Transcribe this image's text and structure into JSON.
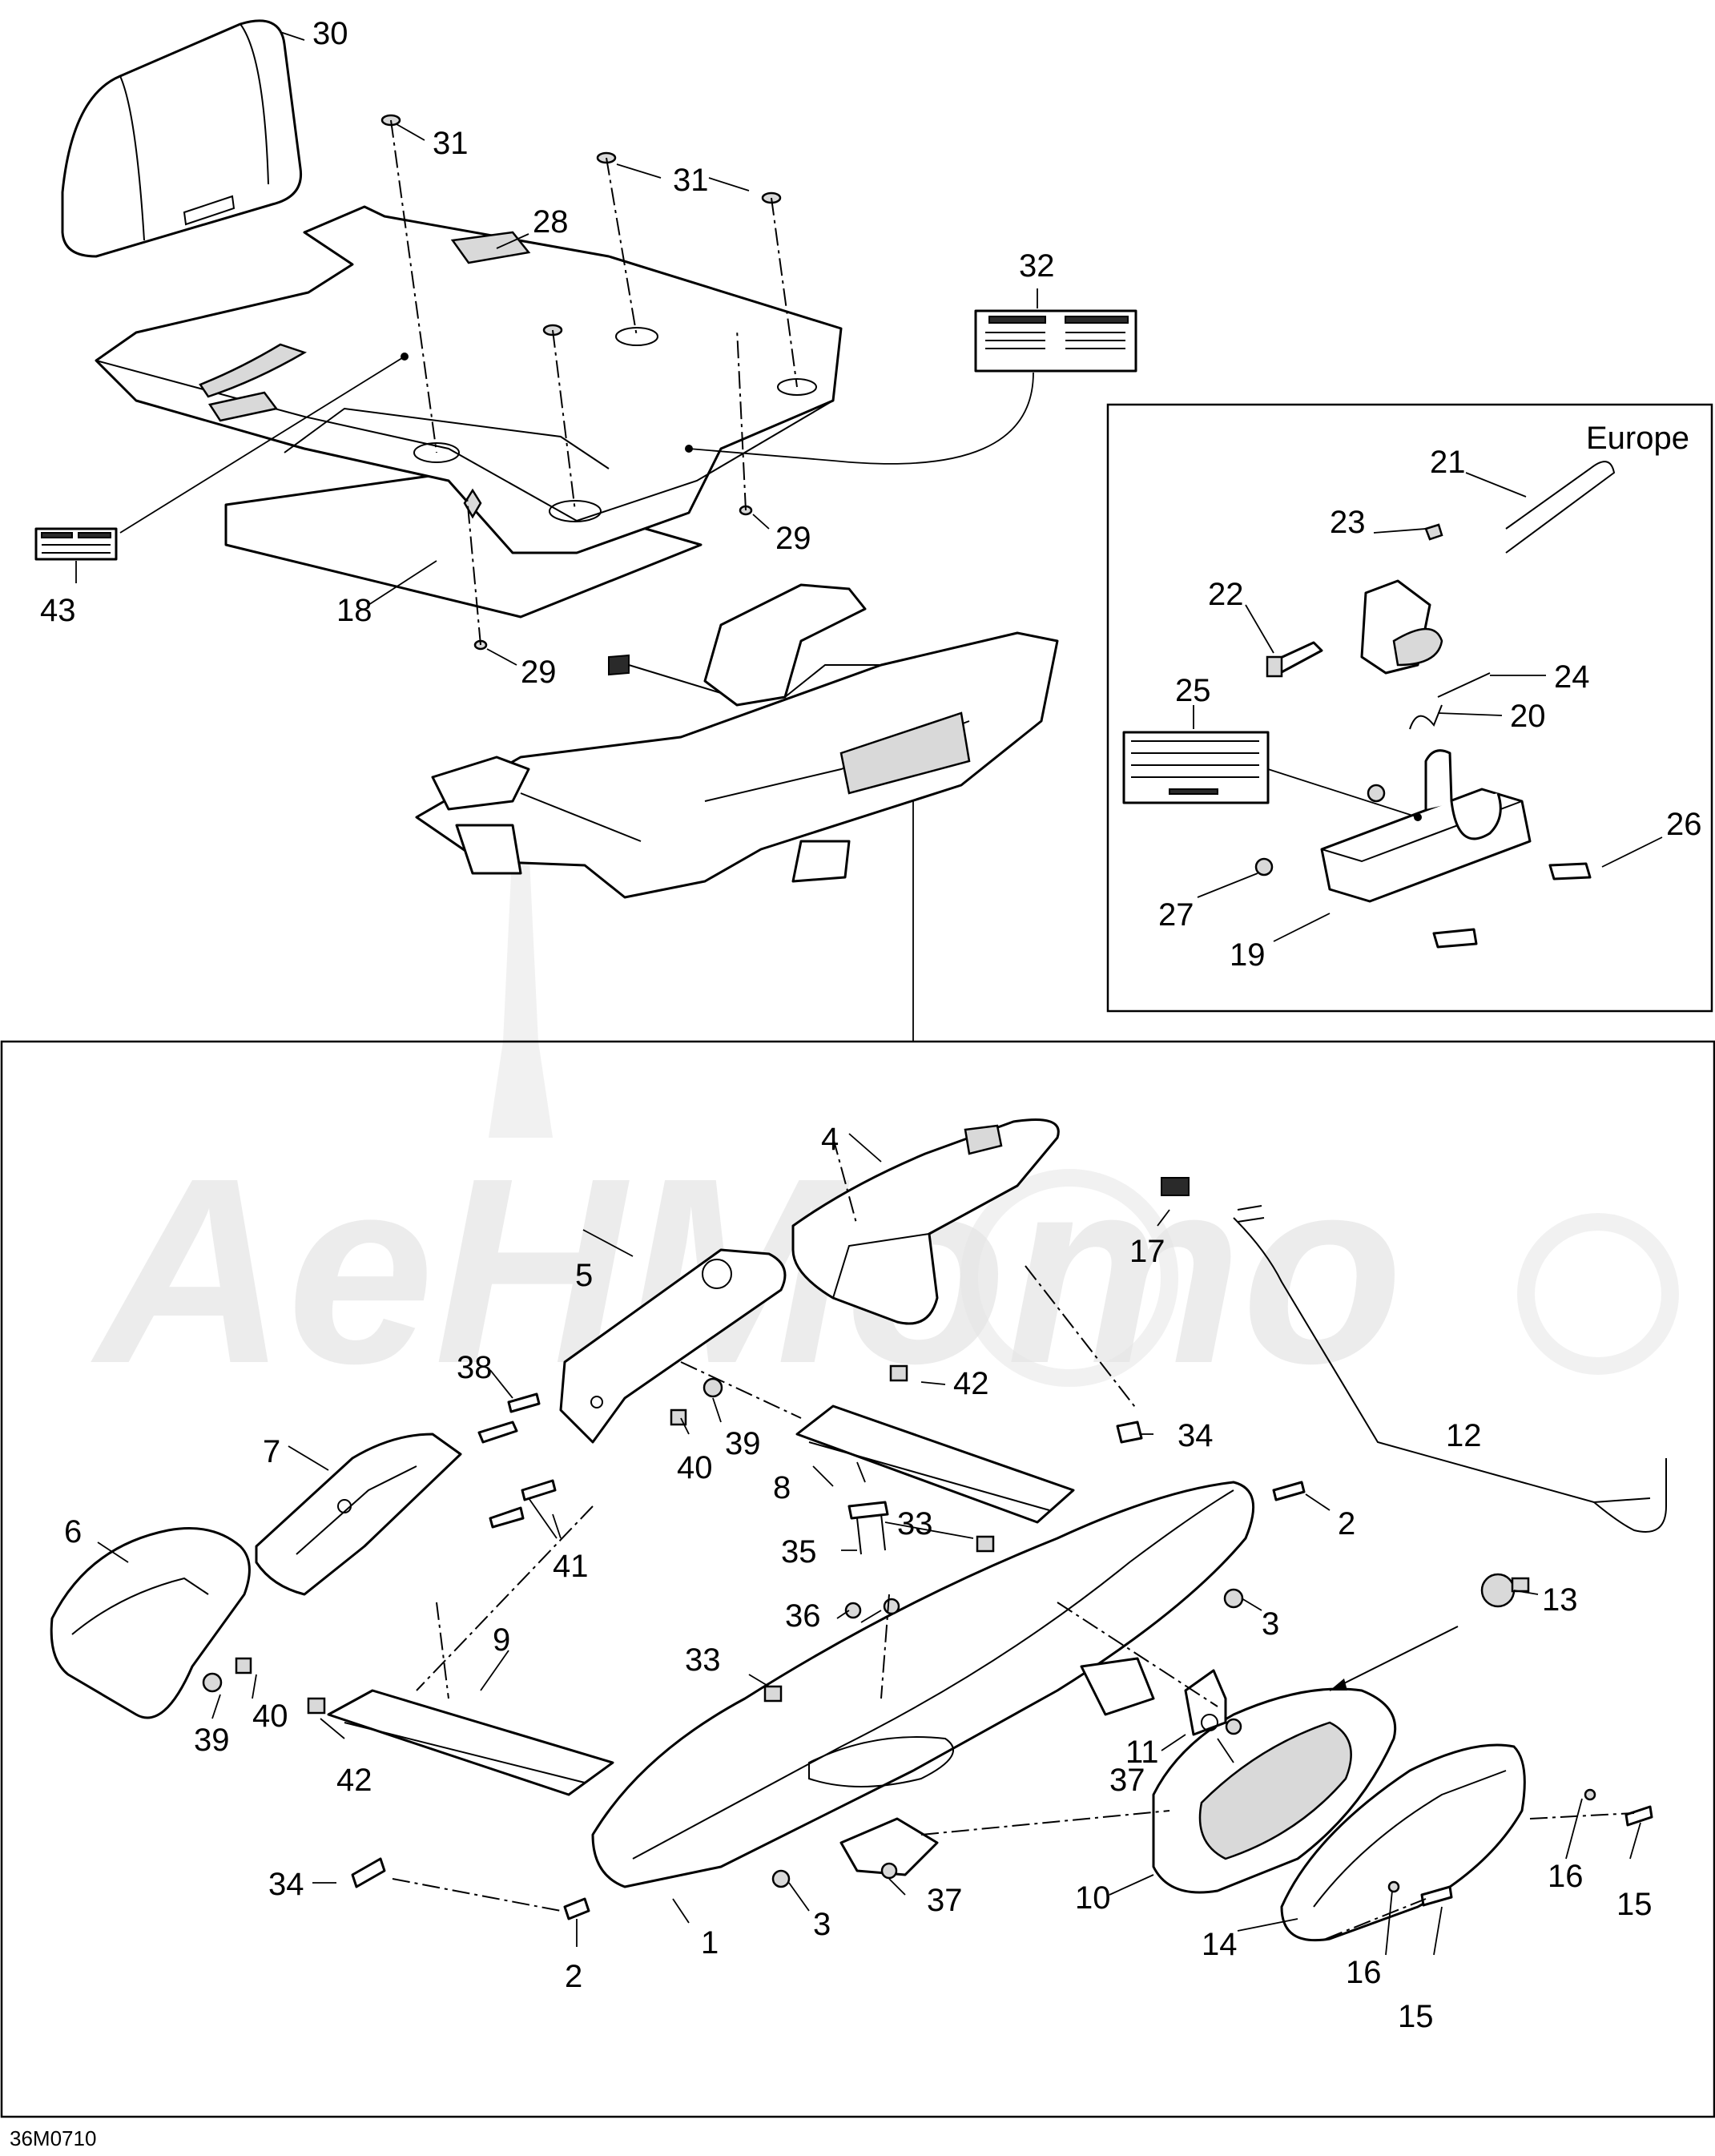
{
  "diagram": {
    "code": "36M0710",
    "region_label": "Europe",
    "watermark": "AeHMomo",
    "callouts": {
      "c30": "30",
      "c31a": "31",
      "c31b": "31",
      "c28": "28",
      "c32": "32",
      "c29a": "29",
      "c29b": "29",
      "c43": "43",
      "c18": "18",
      "c21": "21",
      "c23": "23",
      "c22": "22",
      "c24": "24",
      "c20": "20",
      "c25": "25",
      "c26": "26",
      "c27": "27",
      "c19": "19",
      "c4": "4",
      "c17": "17",
      "c5": "5",
      "c42a": "42",
      "c38": "38",
      "c7": "7",
      "c40a": "40",
      "c39a": "39",
      "c34a": "34",
      "c12": "12",
      "c8": "8",
      "c6": "6",
      "c41": "41",
      "c33a": "33",
      "c35": "35",
      "c2a": "2",
      "c36": "36",
      "c13": "13",
      "c3a": "3",
      "c9": "9",
      "c33b": "33",
      "c11": "11",
      "c39b": "39",
      "c40b": "40",
      "c42b": "42",
      "c37a": "37",
      "c34b": "34",
      "c10": "10",
      "c37b": "37",
      "c3b": "3",
      "c1": "1",
      "c2b": "2",
      "c16a": "16",
      "c15a": "15",
      "c14": "14",
      "c16b": "16",
      "c15b": "15"
    }
  }
}
